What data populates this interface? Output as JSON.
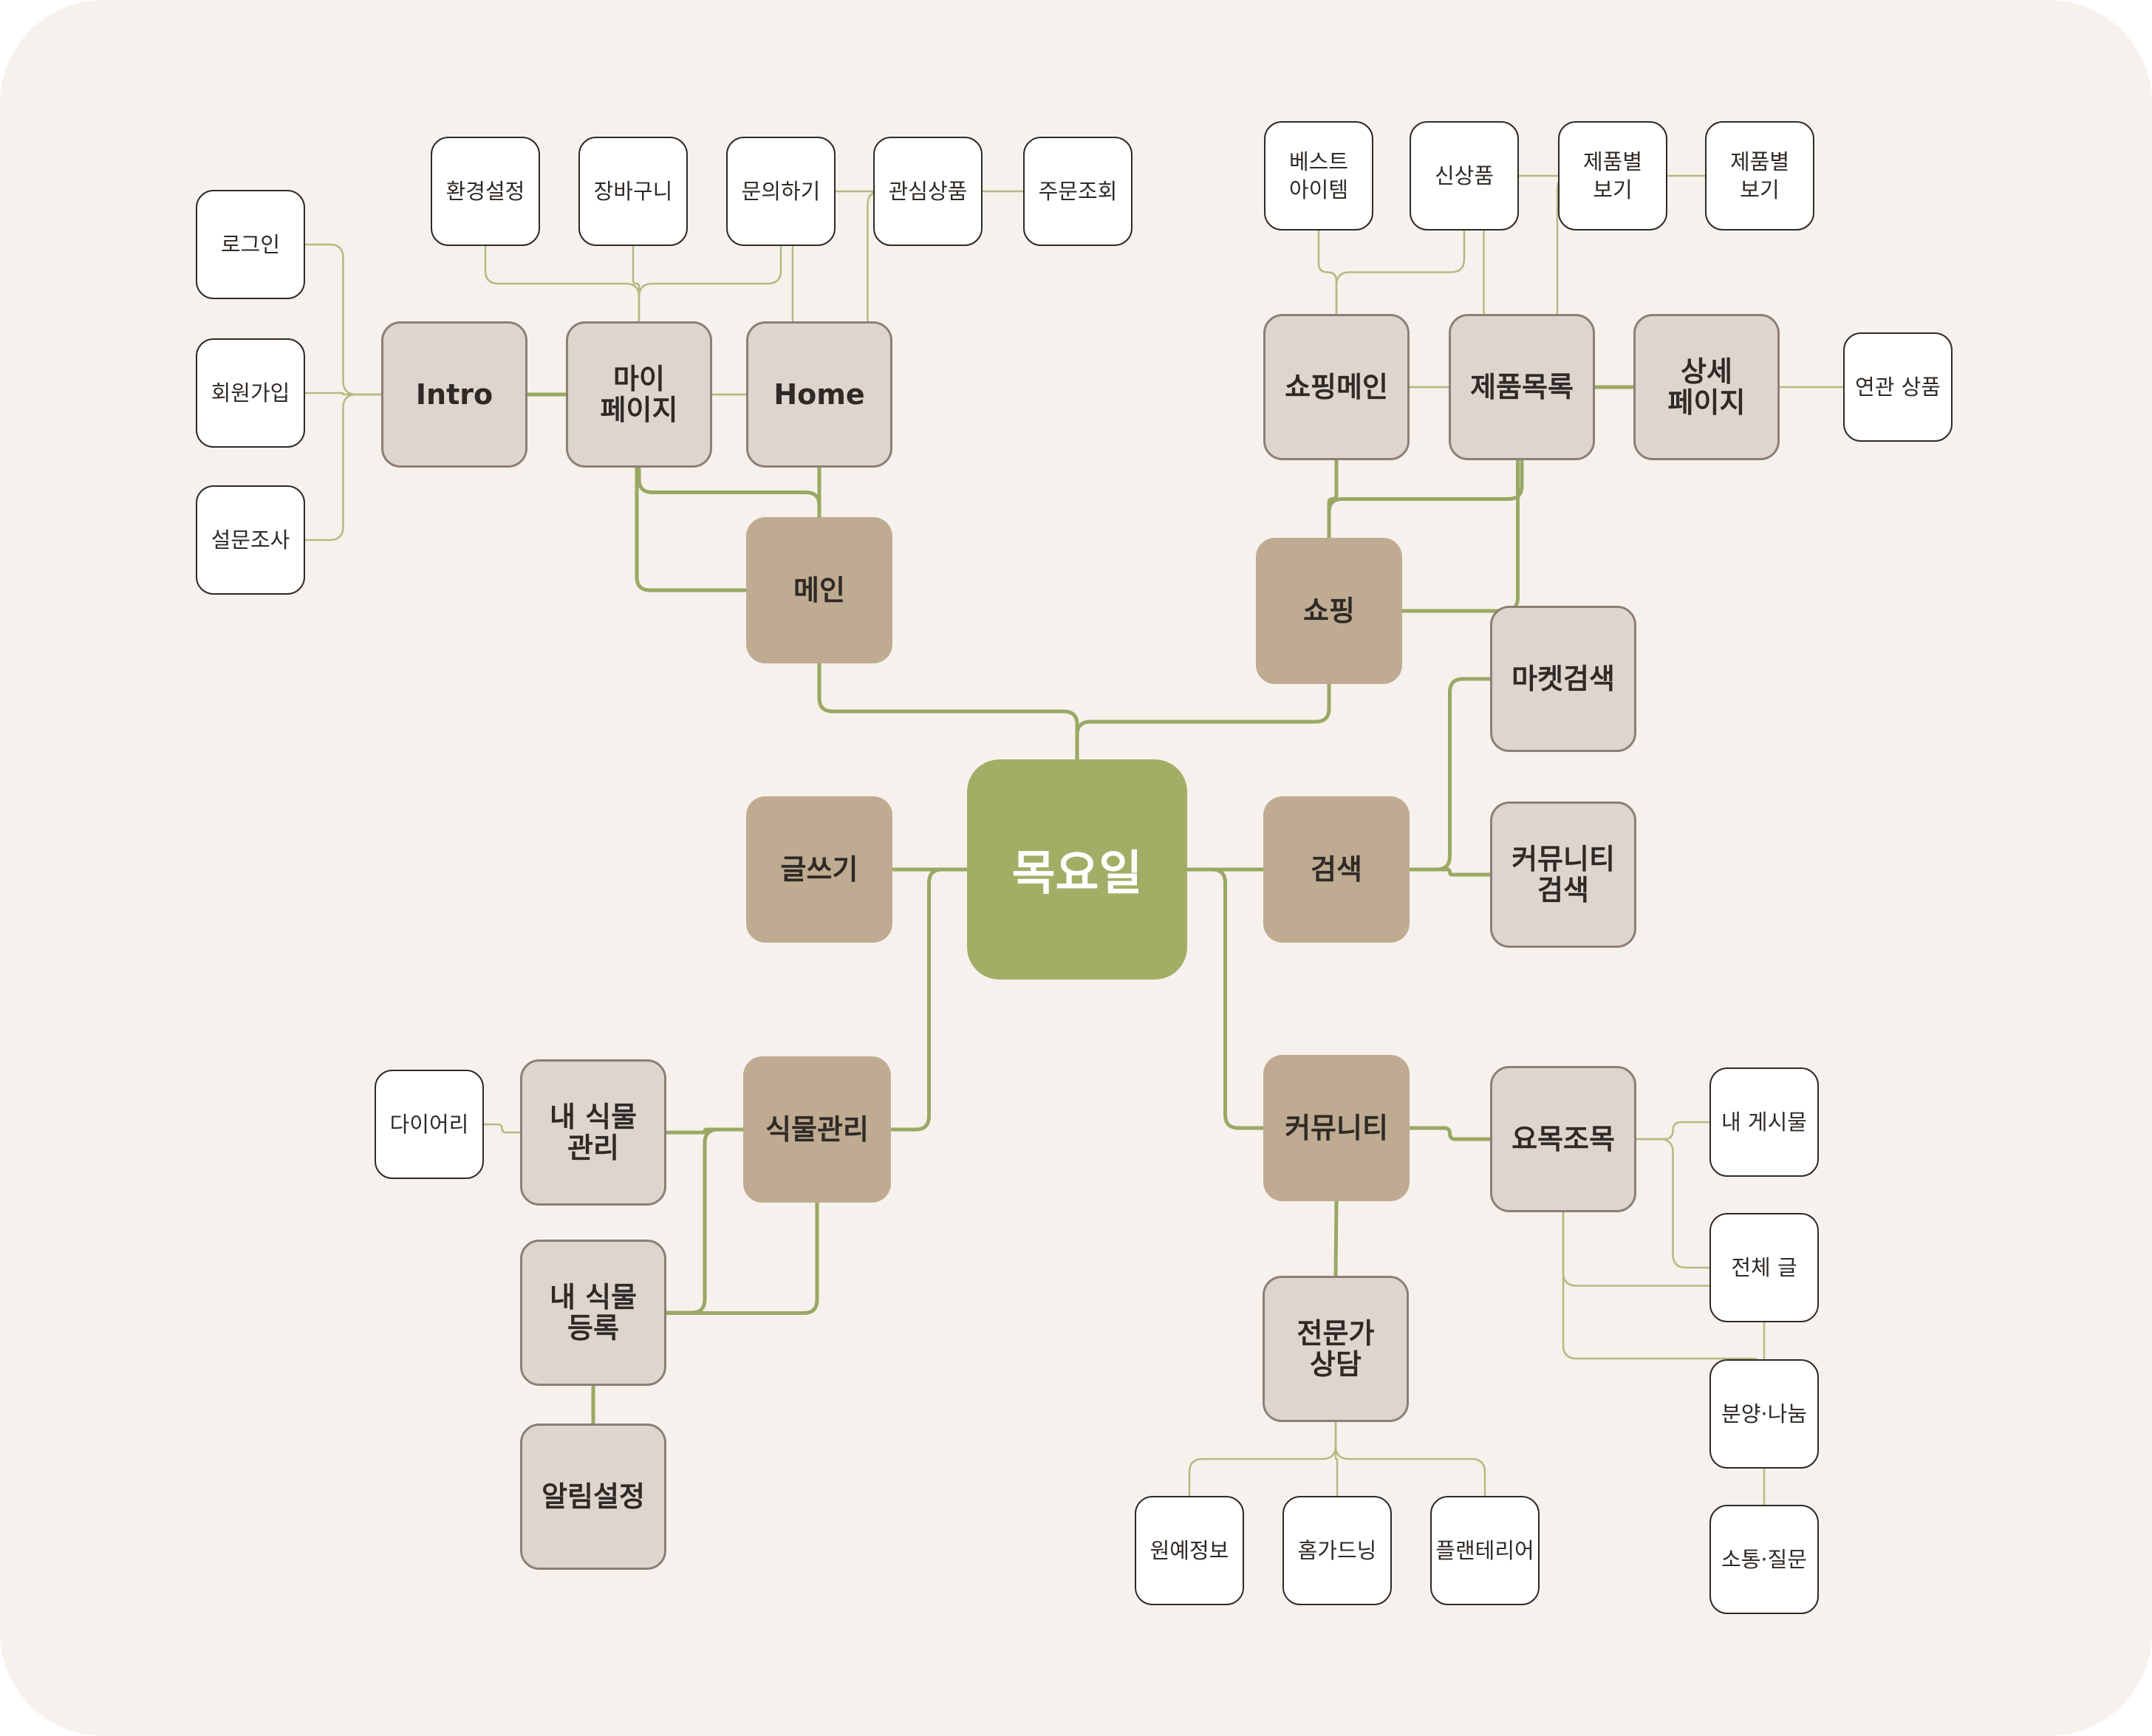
{
  "colors": {
    "board": "#f6f1ec",
    "center": "#a2ae66",
    "category": "#bfab91",
    "sub": "#dfd5cf",
    "leaf": "#ffffff",
    "thick_link": "#9aa864",
    "thin_link": "#b3bb82",
    "text": "#2f2a26"
  },
  "nodes": [
    {
      "id": "center",
      "kind": "center",
      "label": "목요일"
    },
    {
      "id": "main",
      "kind": "cat",
      "label": "메인"
    },
    {
      "id": "write",
      "kind": "cat",
      "label": "글쓰기"
    },
    {
      "id": "plant",
      "kind": "cat",
      "label": "식물관리"
    },
    {
      "id": "shop",
      "kind": "cat",
      "label": "쇼핑"
    },
    {
      "id": "search",
      "kind": "cat",
      "label": "검색"
    },
    {
      "id": "community",
      "kind": "cat",
      "label": "커뮤니티"
    },
    {
      "id": "intro",
      "kind": "sub",
      "label": "Intro"
    },
    {
      "id": "mypage",
      "kind": "sub",
      "label": "마이\n페이지"
    },
    {
      "id": "home",
      "kind": "sub",
      "label": "Home"
    },
    {
      "id": "shopmain",
      "kind": "sub",
      "label": "쇼핑메인"
    },
    {
      "id": "productlist",
      "kind": "sub",
      "label": "제품목록"
    },
    {
      "id": "detail",
      "kind": "sub",
      "label": "상세\n페이지"
    },
    {
      "id": "marketsearch",
      "kind": "sub",
      "label": "마켓검색"
    },
    {
      "id": "communitysearch",
      "kind": "sub",
      "label": "커뮤니티\n검색"
    },
    {
      "id": "yomok",
      "kind": "sub",
      "label": "요목조목"
    },
    {
      "id": "expert",
      "kind": "sub",
      "label": "전문가\n상담"
    },
    {
      "id": "myplant",
      "kind": "sub",
      "label": "내 식물\n관리"
    },
    {
      "id": "plantreg",
      "kind": "sub",
      "label": "내 식물\n등록"
    },
    {
      "id": "alarm",
      "kind": "sub",
      "label": "알림설정"
    },
    {
      "id": "login",
      "kind": "leaf",
      "label": "로그인"
    },
    {
      "id": "signup",
      "kind": "leaf",
      "label": "회원가입"
    },
    {
      "id": "survey",
      "kind": "leaf",
      "label": "설문조사"
    },
    {
      "id": "settings",
      "kind": "leaf",
      "label": "환경설정"
    },
    {
      "id": "cart",
      "kind": "leaf",
      "label": "장바구니"
    },
    {
      "id": "inquiry",
      "kind": "leaf",
      "label": "문의하기"
    },
    {
      "id": "wishlist",
      "kind": "leaf",
      "label": "관심상품"
    },
    {
      "id": "orders",
      "kind": "leaf",
      "label": "주문조회"
    },
    {
      "id": "best",
      "kind": "leaf",
      "label": "베스트\n아이템"
    },
    {
      "id": "newitem",
      "kind": "leaf",
      "label": "신상품"
    },
    {
      "id": "byproduct1",
      "kind": "leaf",
      "label": "제품별\n보기"
    },
    {
      "id": "byproduct2",
      "kind": "leaf",
      "label": "제품별\n보기"
    },
    {
      "id": "related",
      "kind": "leaf",
      "label": "연관 상품"
    },
    {
      "id": "diary",
      "kind": "leaf",
      "label": "다이어리"
    },
    {
      "id": "myposts",
      "kind": "leaf",
      "label": "내 게시물"
    },
    {
      "id": "allposts",
      "kind": "leaf",
      "label": "전체 글"
    },
    {
      "id": "share",
      "kind": "leaf",
      "label": "분양·나눔"
    },
    {
      "id": "qna",
      "kind": "leaf",
      "label": "소통·질문"
    },
    {
      "id": "gardeninfo",
      "kind": "leaf",
      "label": "원예정보"
    },
    {
      "id": "homegarden",
      "kind": "leaf",
      "label": "홈가드닝"
    },
    {
      "id": "planterior",
      "kind": "leaf",
      "label": "플랜테리어"
    }
  ],
  "edges": [
    [
      "center",
      "main"
    ],
    [
      "center",
      "write"
    ],
    [
      "center",
      "plant"
    ],
    [
      "center",
      "shop"
    ],
    [
      "center",
      "search"
    ],
    [
      "center",
      "community"
    ],
    [
      "main",
      "intro"
    ],
    [
      "main",
      "mypage"
    ],
    [
      "main",
      "home"
    ],
    [
      "intro",
      "login"
    ],
    [
      "intro",
      "signup"
    ],
    [
      "intro",
      "survey"
    ],
    [
      "mypage",
      "settings"
    ],
    [
      "mypage",
      "cart"
    ],
    [
      "mypage",
      "inquiry"
    ],
    [
      "mypage",
      "wishlist"
    ],
    [
      "mypage",
      "orders"
    ],
    [
      "shop",
      "shopmain"
    ],
    [
      "shop",
      "productlist"
    ],
    [
      "shop",
      "detail"
    ],
    [
      "shopmain",
      "best"
    ],
    [
      "shopmain",
      "newitem"
    ],
    [
      "shopmain",
      "byproduct1"
    ],
    [
      "shopmain",
      "byproduct2"
    ],
    [
      "detail",
      "related"
    ],
    [
      "search",
      "marketsearch"
    ],
    [
      "search",
      "communitysearch"
    ],
    [
      "community",
      "yomok"
    ],
    [
      "community",
      "expert"
    ],
    [
      "yomok",
      "myposts"
    ],
    [
      "yomok",
      "allposts"
    ],
    [
      "yomok",
      "share"
    ],
    [
      "yomok",
      "qna"
    ],
    [
      "expert",
      "gardeninfo"
    ],
    [
      "expert",
      "homegarden"
    ],
    [
      "expert",
      "planterior"
    ],
    [
      "plant",
      "myplant"
    ],
    [
      "plant",
      "plantreg"
    ],
    [
      "plant",
      "alarm"
    ],
    [
      "myplant",
      "diary"
    ]
  ]
}
